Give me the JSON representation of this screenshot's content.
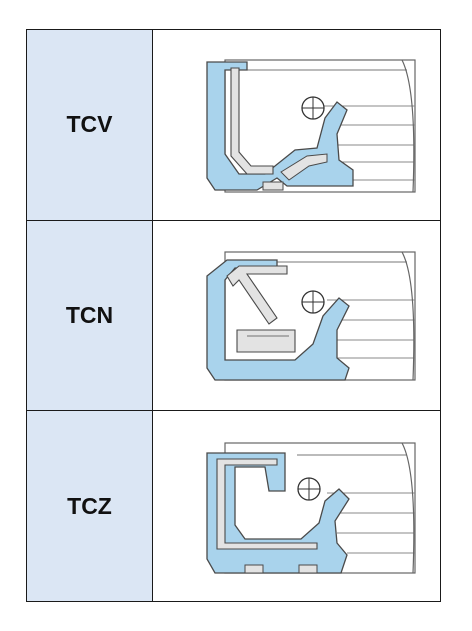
{
  "rows": [
    {
      "code": "TCV",
      "diagram": "tcv-seal-cross-section"
    },
    {
      "code": "TCN",
      "diagram": "tcn-seal-cross-section"
    },
    {
      "code": "TCZ",
      "diagram": "tcz-seal-cross-section"
    }
  ],
  "colors": {
    "rubber": "#a9d3ec",
    "metal_case": "#e3e3e3",
    "outline": "#4a4a4a",
    "code_cell_bg": "#dbe6f4",
    "border": "#1a1a1a"
  }
}
